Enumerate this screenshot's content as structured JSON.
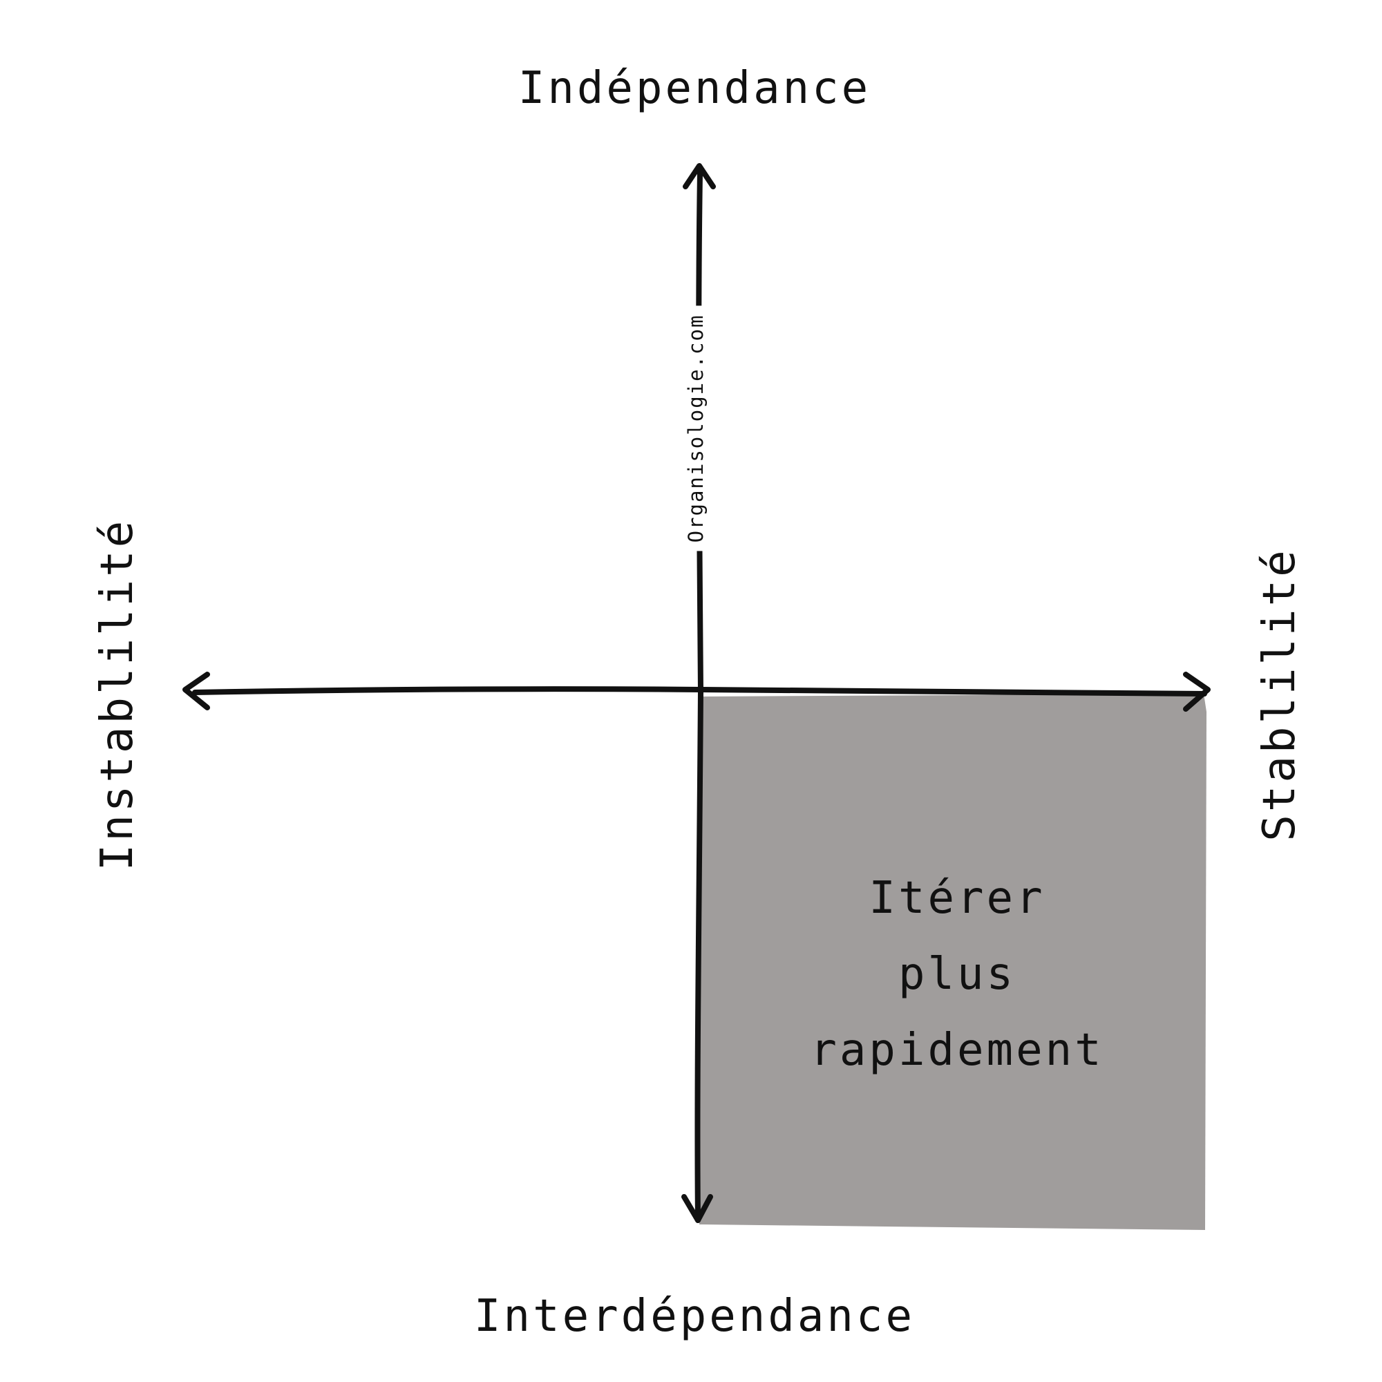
{
  "axes": {
    "top": "Indépendance",
    "bottom": "Interdépendance",
    "left": "Instablilité",
    "right": "Stablilité"
  },
  "watermark": "Organisologie.com",
  "highlight": {
    "lines": [
      "Itérer",
      "plus rapidement"
    ],
    "quadrant": "bottom-right",
    "fill_color": "#a09d9c"
  },
  "colors": {
    "stroke": "#111111",
    "background": "#ffffff"
  }
}
